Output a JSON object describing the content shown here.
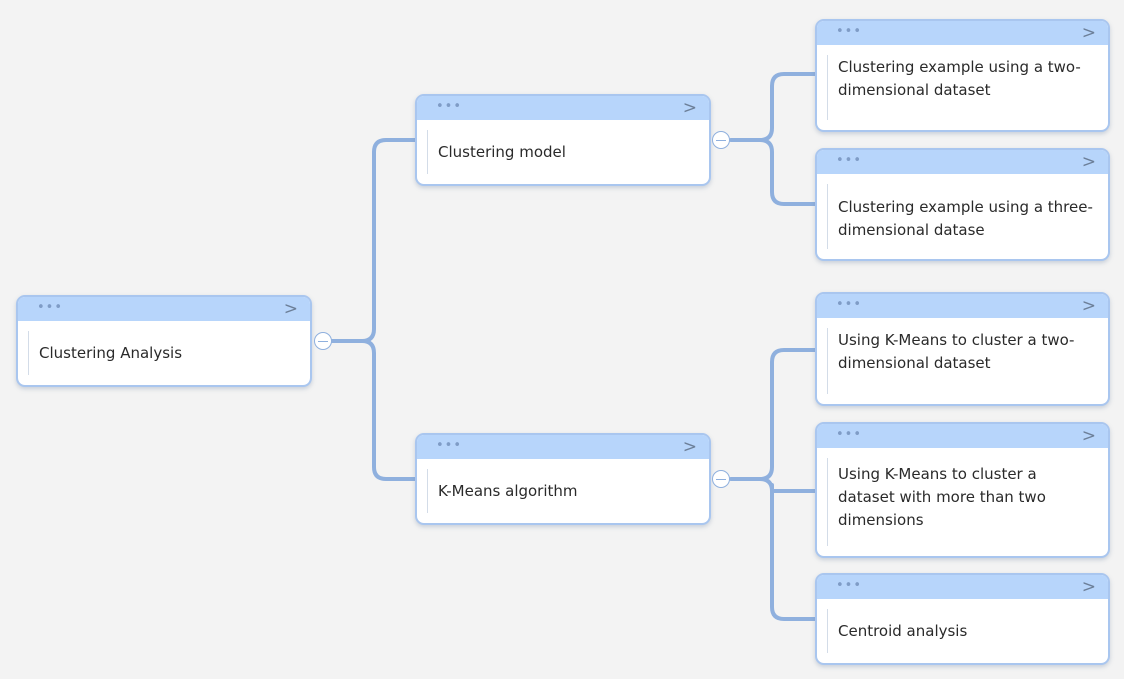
{
  "diagram": {
    "root": {
      "label": "Clustering Analysis",
      "menu_glyph": "•••",
      "expand_glyph": ">"
    },
    "branches": [
      {
        "label": "Clustering model",
        "menu_glyph": "•••",
        "expand_glyph": ">",
        "children": [
          {
            "label": "Clustering example using a two-dimensional dataset",
            "menu_glyph": "•••",
            "expand_glyph": ">"
          },
          {
            "label": "Clustering example using a three-dimensional datase",
            "menu_glyph": "•••",
            "expand_glyph": ">"
          }
        ]
      },
      {
        "label": "K-Means algorithm",
        "menu_glyph": "•••",
        "expand_glyph": ">",
        "children": [
          {
            "label": "Using K-Means to cluster a two-dimensional dataset",
            "menu_glyph": "•••",
            "expand_glyph": ">"
          },
          {
            "label": "Using K-Means to cluster a dataset with more than two dimensions",
            "menu_glyph": "•••",
            "expand_glyph": ">"
          },
          {
            "label": "Centroid analysis",
            "menu_glyph": "•••",
            "expand_glyph": ">"
          }
        ]
      }
    ],
    "colors": {
      "background": "#f3f3f3",
      "node_header": "#b7d5fb",
      "node_border": "#a9c6ef",
      "connector": "#8fb0de"
    },
    "icons": {
      "menu": "more-dots-icon",
      "expand": "chevron-right-icon",
      "collapse": "collapse-circle-icon"
    }
  }
}
